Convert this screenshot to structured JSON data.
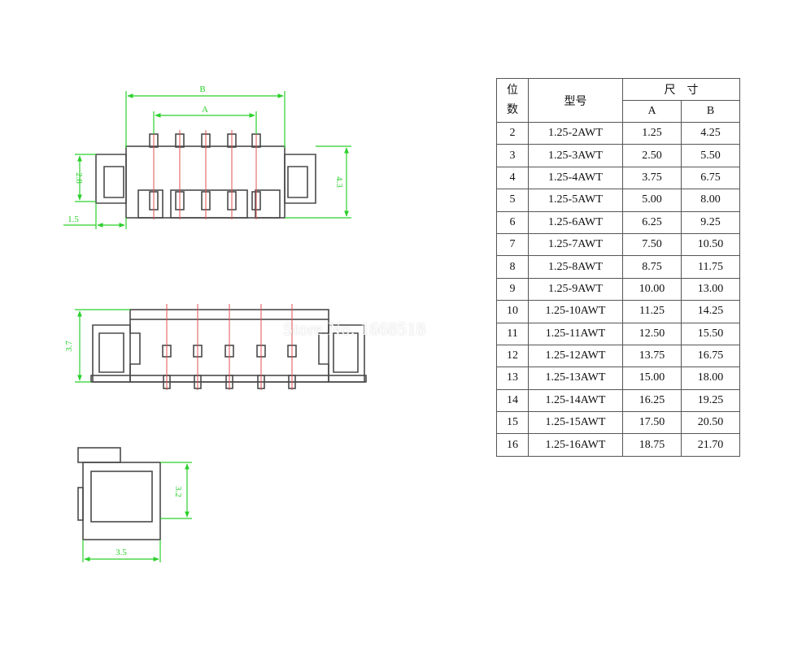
{
  "diagram": {
    "top_view": {
      "dim_B": "B",
      "dim_A": "A",
      "dim_height_left": "2.8",
      "dim_height_right": "4.3",
      "dim_offset": "1.5"
    },
    "front_view": {
      "dim_height": "3.7"
    },
    "side_view": {
      "dim_height": "3.2",
      "dim_width": "3.5"
    },
    "watermark": "Store No. 1668518"
  },
  "table": {
    "header_pos_line1": "位",
    "header_pos_line2": "数",
    "header_model": "型号",
    "header_size": "尺　寸",
    "header_a": "A",
    "header_b": "B",
    "rows": [
      {
        "pos": "2",
        "model": "1.25-2AWT",
        "a": "1.25",
        "b": "4.25"
      },
      {
        "pos": "3",
        "model": "1.25-3AWT",
        "a": "2.50",
        "b": "5.50"
      },
      {
        "pos": "4",
        "model": "1.25-4AWT",
        "a": "3.75",
        "b": "6.75"
      },
      {
        "pos": "5",
        "model": "1.25-5AWT",
        "a": "5.00",
        "b": "8.00"
      },
      {
        "pos": "6",
        "model": "1.25-6AWT",
        "a": "6.25",
        "b": "9.25"
      },
      {
        "pos": "7",
        "model": "1.25-7AWT",
        "a": "7.50",
        "b": "10.50"
      },
      {
        "pos": "8",
        "model": "1.25-8AWT",
        "a": "8.75",
        "b": "11.75"
      },
      {
        "pos": "9",
        "model": "1.25-9AWT",
        "a": "10.00",
        "b": "13.00"
      },
      {
        "pos": "10",
        "model": "1.25-10AWT",
        "a": "11.25",
        "b": "14.25"
      },
      {
        "pos": "11",
        "model": "1.25-11AWT",
        "a": "12.50",
        "b": "15.50"
      },
      {
        "pos": "12",
        "model": "1.25-12AWT",
        "a": "13.75",
        "b": "16.75"
      },
      {
        "pos": "13",
        "model": "1.25-13AWT",
        "a": "15.00",
        "b": "18.00"
      },
      {
        "pos": "14",
        "model": "1.25-14AWT",
        "a": "16.25",
        "b": "19.25"
      },
      {
        "pos": "15",
        "model": "1.25-15AWT",
        "a": "17.50",
        "b": "20.50"
      },
      {
        "pos": "16",
        "model": "1.25-16AWT",
        "a": "18.75",
        "b": "21.70"
      }
    ]
  },
  "colors": {
    "line": "#4a4a4a",
    "dimension": "#2bd02b",
    "centerline": "#e05050"
  }
}
